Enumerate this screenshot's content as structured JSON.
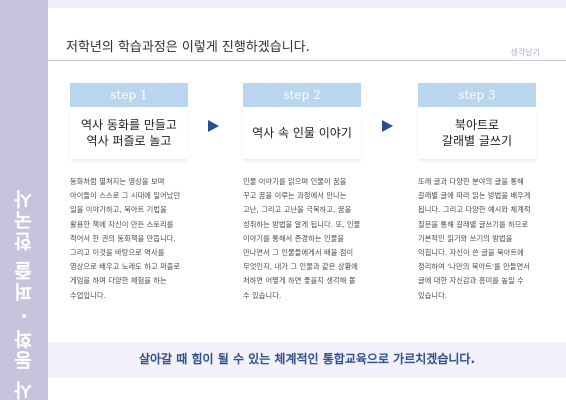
{
  "side_banner": "역사 동화 · 퍼즐 한국사",
  "page_title": "저학년의 학습과정은 이렇게 진행하겠습니다.",
  "section_tag": "생각날기",
  "steps": [
    {
      "label": "step 1",
      "title_lines": [
        "역사 동화를 만들고",
        "역사 퍼즐로 놀고"
      ],
      "description": "동화처럼 펼쳐지는 영상을 보며 아이들이 스스로 그 시대에 일어났던 일을 이야기하고, 북아트 기법을 활용한 책에 자신이 만든 스토리를 적어서 한 권의 동화책을 만듭니다. 그리고 이것을 바탕으로 역사를 영상으로 배우고 노래도 하고 퍼즐로 게임을 하며 다양한 체험을 하는 수업입니다."
    },
    {
      "label": "step 2",
      "title_lines": [
        "역사 속 인물 이야기"
      ],
      "description": "인물 이야기를 읽으며 인물이 꿈을 꾸고 꿈을 이루는 과정에서 만나는 고난, 그리고 고난을 극복하고, 꿈을 성취하는 방법을 알게 됩니다. 또, 인물 이야기를 통해서 존경하는 인물을 만나면서 그 인물들에게서 배울 점이 무엇인지, 내가 그 인물과 같은 상황에 처하면 어떻게 하면 좋을지 생각해 볼 수 있습니다."
    },
    {
      "label": "step 3",
      "title_lines": [
        "북아트로",
        "갈래별 글쓰기"
      ],
      "description": "또래 글과 다양한 분야의 글을 통해 갈래별 글에 따라 읽는 방법을 배우게 됩니다. 그리고 다양한 예시와 체계적 질문을 통해 갈래별 글쓰기를 하므로 기본적인 읽기와 쓰기의 방법을 익힙니다. 자신이 쓴 글을 북아트에 정리하여 '나만의 북아트'를 만들면서 글에 대한 자신감과 흥미를 높일 수 있습니다."
    }
  ],
  "closing_statement": "살아갈 때 힘이 될 수 있는 체계적인 통합교육으로 가르치겠습니다.",
  "colors": {
    "side_band": "#c9c2dd",
    "step_header": "#b9d6ee",
    "arrow": "#2b4f8e",
    "closing_text": "#2f4f8a"
  },
  "icons": [
    "arrow-right-icon",
    "arrow-right-icon"
  ]
}
